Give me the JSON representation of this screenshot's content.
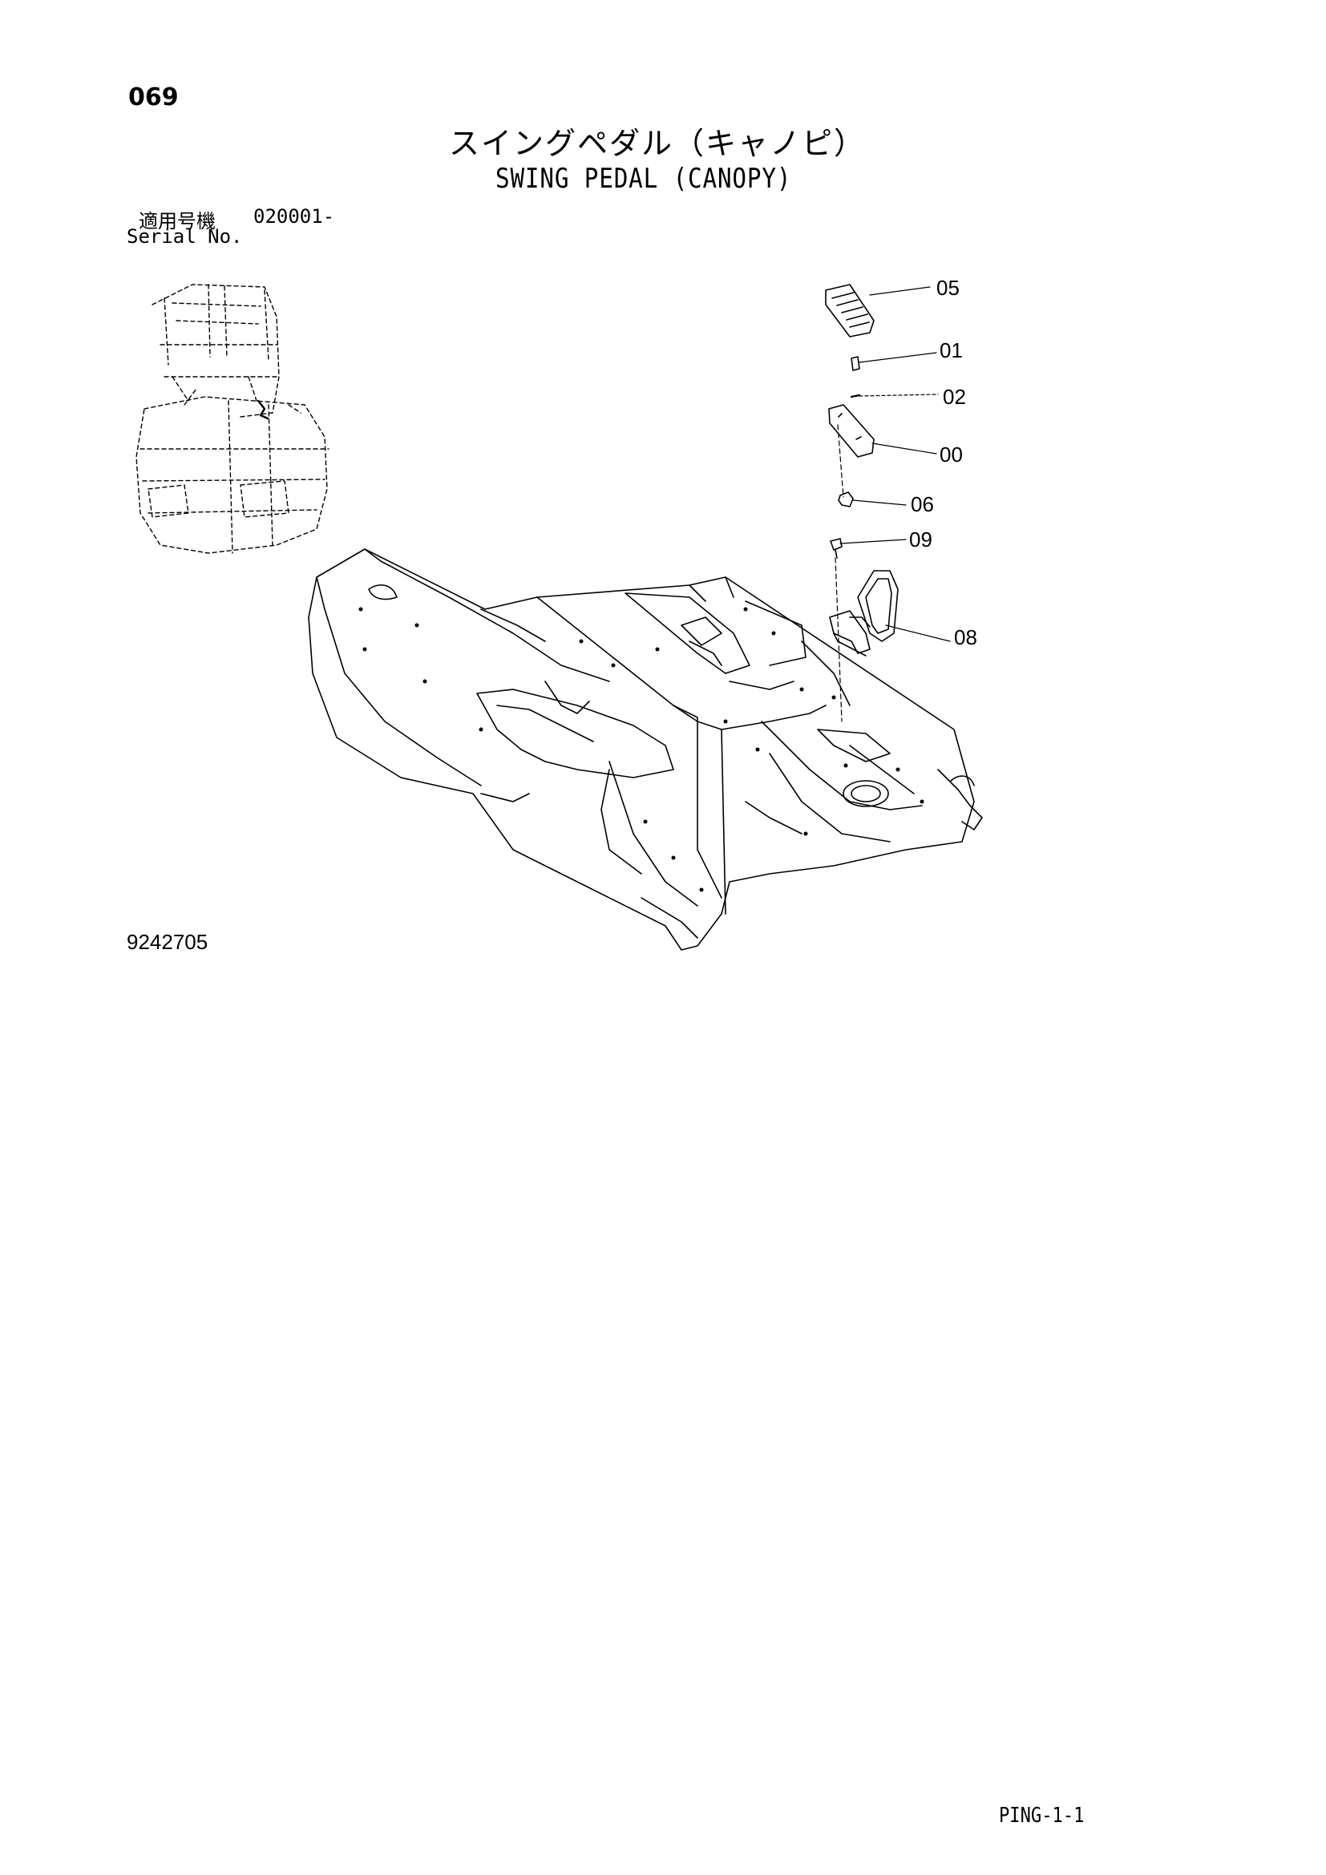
{
  "header": {
    "page_number": "069",
    "title_jp": "スイングペダル（キャノピ）",
    "title_en": "SWING PEDAL (CANOPY)"
  },
  "serial": {
    "label_jp": "適用号機",
    "range": "020001-",
    "label_en": "Serial No."
  },
  "callouts": [
    {
      "id": "part-05",
      "label": "05"
    },
    {
      "id": "part-01",
      "label": "01"
    },
    {
      "id": "part-02",
      "label": "02"
    },
    {
      "id": "part-00",
      "label": "00"
    },
    {
      "id": "part-06",
      "label": "06"
    },
    {
      "id": "part-09",
      "label": "09"
    },
    {
      "id": "part-08",
      "label": "08"
    }
  ],
  "footer": {
    "drawing_number": "9242705",
    "sheet_id": "PING-1-1"
  }
}
